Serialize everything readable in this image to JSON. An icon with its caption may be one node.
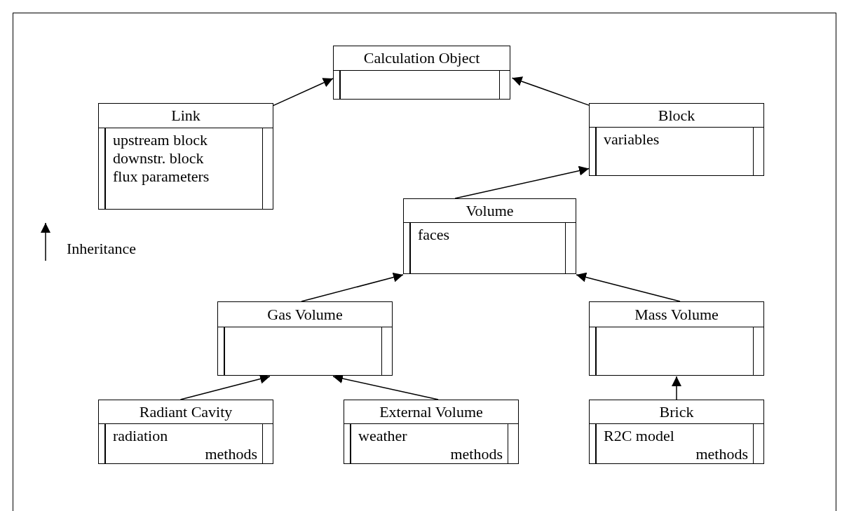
{
  "diagram": {
    "nodes": [
      {
        "text": [
          "Calculation Object"
        ]
      },
      {
        "text": [
          "Link",
          "upstream block",
          "downstr. block",
          "flux parameters"
        ]
      },
      {
        "text": [
          "Block",
          "variables"
        ]
      },
      {
        "text": [
          "Volume",
          "faces"
        ]
      },
      {
        "text": [
          "Gas Volume"
        ]
      },
      {
        "text": [
          "Mass Volume"
        ]
      },
      {
        "text": [
          "Radiant Cavity",
          "radiation",
          "methods"
        ]
      },
      {
        "text": [
          "External Volume",
          "weather",
          "methods"
        ]
      },
      {
        "text": [
          "Brick",
          "R2C model",
          "methods"
        ]
      }
    ],
    "edges": [
      {
        "from": 1,
        "to": 0,
        "arrow": "to"
      },
      {
        "from": 2,
        "to": 0,
        "arrow": "to"
      },
      {
        "from": 3,
        "to": 2,
        "arrow": "to"
      },
      {
        "from": 4,
        "to": 3,
        "arrow": "to"
      },
      {
        "from": 5,
        "to": 3,
        "arrow": "to"
      },
      {
        "from": 6,
        "to": 4,
        "arrow": "to"
      },
      {
        "from": 7,
        "to": 4,
        "arrow": "to"
      },
      {
        "from": 8,
        "to": 5,
        "arrow": "to"
      }
    ],
    "legend": [
      {
        "text": "Inheritance"
      }
    ]
  }
}
